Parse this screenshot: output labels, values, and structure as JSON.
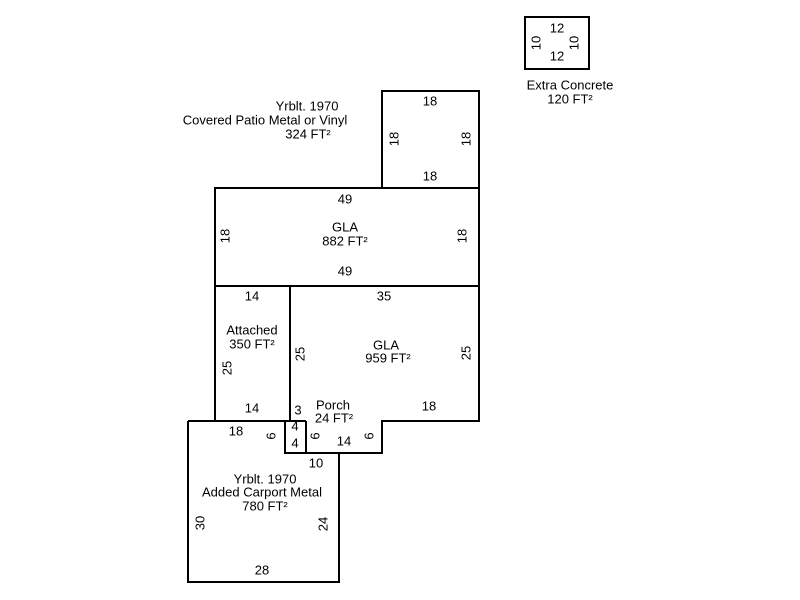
{
  "extra_concrete": {
    "name": "Extra Concrete",
    "area": "120 FT²",
    "top": "12",
    "bottom": "12",
    "left": "10",
    "right": "10"
  },
  "covered_patio": {
    "year": "Yrblt. 1970",
    "name": "Covered Patio Metal or Vinyl",
    "area": "324 FT²",
    "top": "18",
    "bottom": "18",
    "left": "18",
    "right": "18"
  },
  "gla_upper": {
    "name": "GLA",
    "area": "882 FT²",
    "top": "49",
    "bottom": "49",
    "left": "18",
    "right": "18"
  },
  "attached": {
    "name": "Attached",
    "area": "350 FT²",
    "top": "14",
    "bottom": "14",
    "left": "25"
  },
  "gla_lower": {
    "name": "GLA",
    "area": "959 FT²",
    "top": "35",
    "left": "25",
    "right": "25",
    "bottom": "18",
    "notch": "3"
  },
  "porch": {
    "name": "Porch",
    "area": "24 FT²",
    "box_top": "4",
    "box_bottom": "4",
    "left": "6",
    "bottom": "14",
    "right": "6"
  },
  "carport": {
    "year": "Yrblt. 1970",
    "name": "Added Carport Metal",
    "area": "780 FT²",
    "top": "18",
    "notch": "6",
    "step": "10",
    "left": "30",
    "right": "24",
    "bottom": "28"
  }
}
